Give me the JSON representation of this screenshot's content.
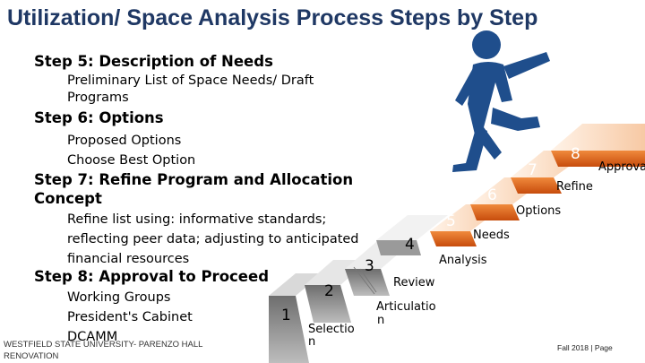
{
  "slide": {
    "title": "Utilization/ Space Analysis Process Steps by Step",
    "steps": [
      {
        "heading": "Step 5: Description of Needs",
        "lines": [
          "Preliminary List of Space Needs/ Draft",
          "Programs"
        ]
      },
      {
        "heading": "Step 6: Options",
        "lines": [
          "Proposed Options",
          "Choose Best Option"
        ]
      },
      {
        "heading": "Step 7: Refine Program and Allocation",
        "heading2": "Concept",
        "lines": [
          "Refine list using: informative standards;",
          "reflecting peer data; adjusting to anticipated",
          "financial resources"
        ]
      },
      {
        "heading": "Step 8: Approval to Proceed",
        "lines": [
          "Working Groups",
          "President's Cabinet",
          "DCAMM"
        ]
      }
    ],
    "footer_left": "WESTFIELD STATE UNIVERSITY- PARENZO HALL RENOVATION",
    "footer_right": "Fall 2018 | Page"
  },
  "staircase": {
    "step_numbers": [
      "1",
      "2",
      "3",
      "4",
      "5",
      "6",
      "7",
      "8"
    ],
    "step_labels": [
      "Selectio",
      "n",
      "Articulatio",
      "n",
      "Review",
      "Analysis",
      "Needs",
      "Options",
      "Refine",
      "Approva"
    ],
    "colors": {
      "top_light": "#fde2cc",
      "riser": "#e8651d",
      "riser_dark": "#c74c0c",
      "figure": "#1f4e8c",
      "gray_step": "#8c8c8c"
    }
  }
}
